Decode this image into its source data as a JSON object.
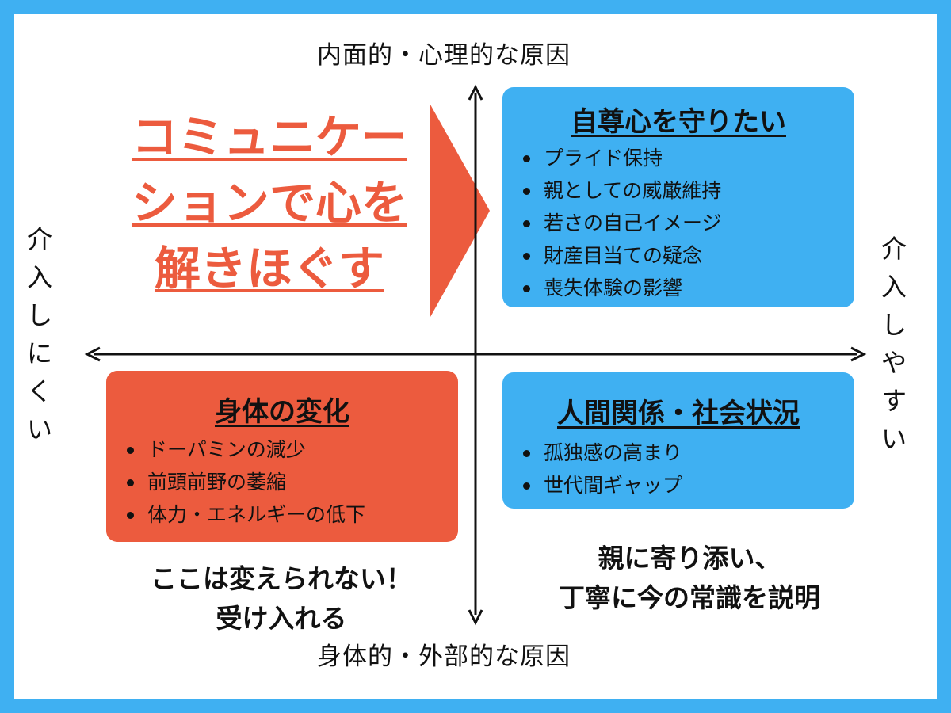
{
  "axes": {
    "top": "内面的・心理的な原因",
    "bottom": "身体的・外部的な原因",
    "left_chars": [
      "介",
      "入",
      "し",
      "に",
      "く",
      "い"
    ],
    "right_chars": [
      "介",
      "入",
      "し",
      "や",
      "す",
      "い"
    ]
  },
  "headline_lines": [
    "コミュニケー",
    "ションで心を",
    "解きほぐす"
  ],
  "quadrants": {
    "top_right": {
      "title": "自尊心を守りたい",
      "items": [
        "プライド保持",
        "親としての威厳維持",
        "若さの自己イメージ",
        "財産目当ての疑念",
        "喪失体験の影響"
      ]
    },
    "bottom_right": {
      "title": "人間関係・社会状況",
      "items": [
        "孤独感の高まり",
        "世代間ギャップ"
      ]
    },
    "bottom_left": {
      "title": "身体の変化",
      "items": [
        "ドーパミンの減少",
        "前頭前野の萎縮",
        "体力・エネルギーの低下"
      ]
    }
  },
  "notes": {
    "left": [
      "ここは変えられない！",
      "受け入れる"
    ],
    "right": [
      "親に寄り添い、",
      "丁寧に今の常識を説明"
    ]
  },
  "colors": {
    "frame": "#3fb0f2",
    "blue_box": "#3fb0f2",
    "red_box": "#ec5b3e",
    "headline": "#ec5b3e",
    "arrow": "#ec5b3e"
  }
}
